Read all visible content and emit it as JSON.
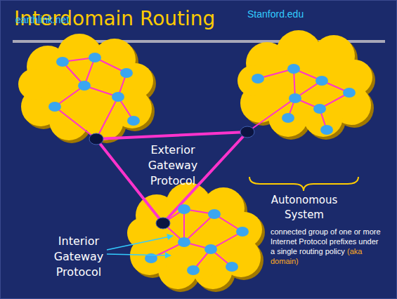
{
  "diagram": {
    "title": "Interdomain Routing",
    "nodes": [
      {
        "text": [
          "earthlink.net"
        ]
      },
      {
        "text": [
          "Stanford.edu"
        ]
      }
    ],
    "edges": [
      {
        "from": 0,
        "to": 1,
        "arrow": "none"
      }
    ],
    "labels": [
      "Exterior Gateway Protocol",
      "Interior Gateway Protocol",
      "Autonomous System",
      "connected group of one or more Internet Protocol prefixes under a single routing policy",
      "(aka domain)"
    ]
  }
}
